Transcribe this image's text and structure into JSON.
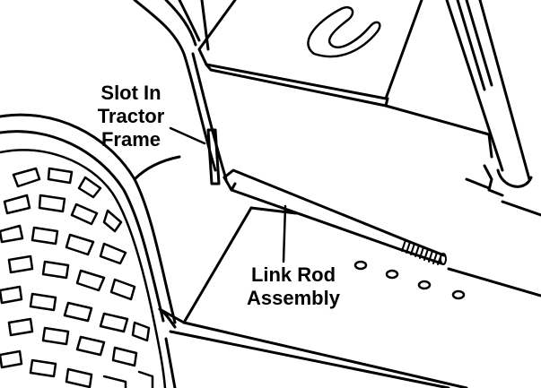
{
  "callouts": {
    "slot": {
      "lines": [
        "Slot In",
        "Tractor",
        "Frame"
      ]
    },
    "link_rod": {
      "lines": [
        "Link Rod",
        "Assembly"
      ]
    }
  },
  "colors": {
    "ink": "#000000",
    "paper": "#ffffff"
  }
}
